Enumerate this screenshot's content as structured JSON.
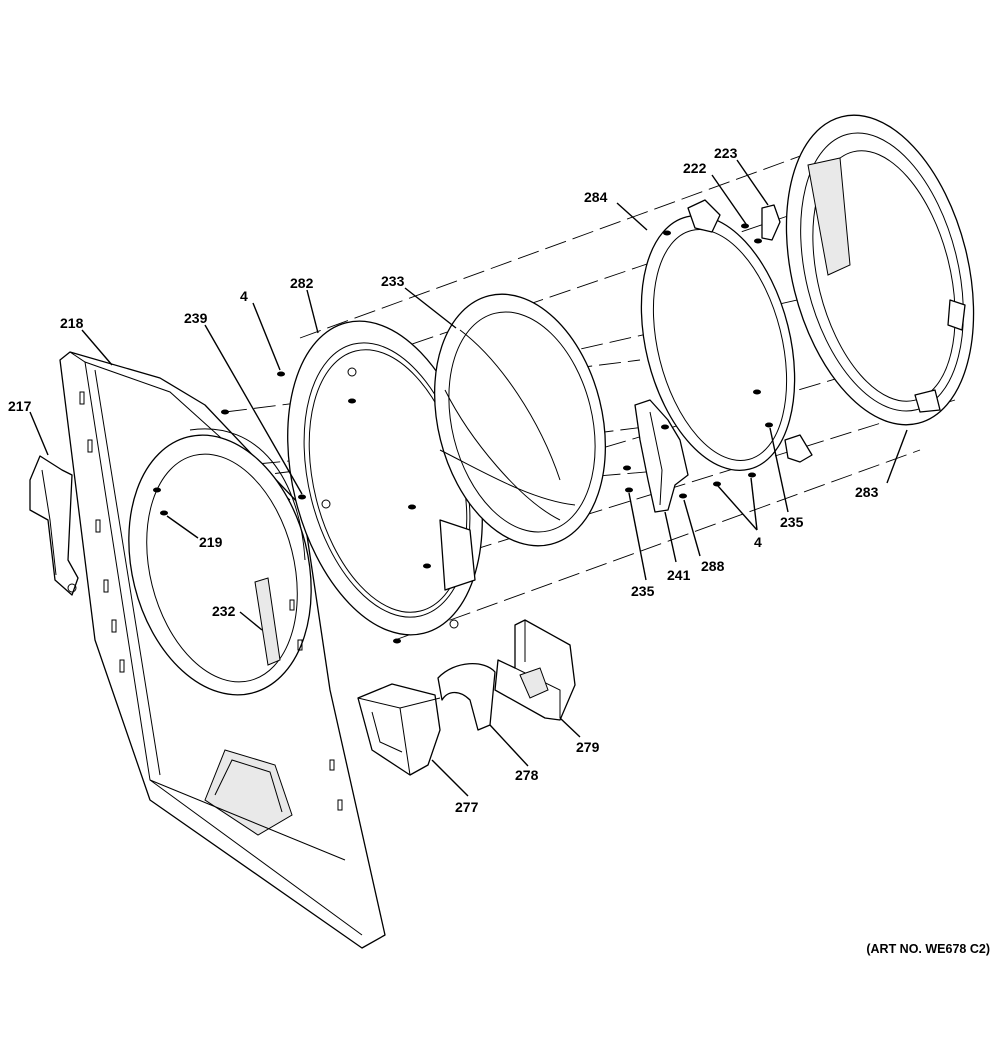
{
  "callouts": {
    "c217": "217",
    "c218": "218",
    "c239": "239",
    "c4a": "4",
    "c282": "282",
    "c233": "233",
    "c284": "284",
    "c222": "222",
    "c223": "223",
    "c283": "283",
    "c235a": "235",
    "c235b": "235",
    "c4b": "4",
    "c288": "288",
    "c241": "241",
    "c219": "219",
    "c232": "232",
    "c277": "277",
    "c278": "278",
    "c279": "279"
  },
  "art_number": "(ART NO. WE678 C2)"
}
